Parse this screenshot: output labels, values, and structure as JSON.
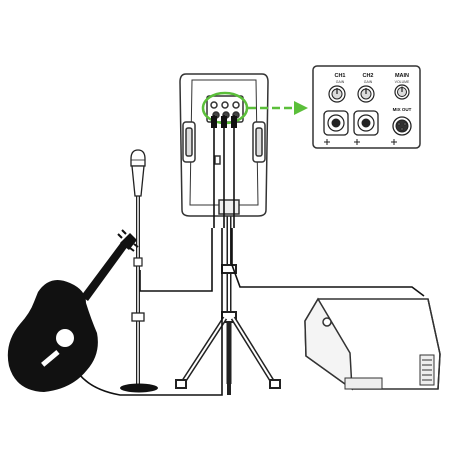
{
  "inset_panel": {
    "ch1_label": "CH1",
    "ch1_sub": "GAIN",
    "ch2_label": "CH2",
    "ch2_sub": "GAIN",
    "main_label": "MAIN",
    "main_sub": "VOLUME",
    "mix_out_label": "MIX OUT"
  },
  "colors": {
    "callout_accent": "#5bbf3a",
    "line": "#111111",
    "outline": "#333333"
  }
}
